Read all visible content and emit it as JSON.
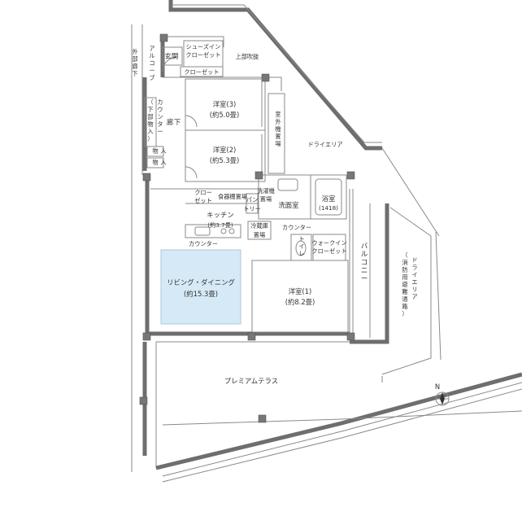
{
  "rooms": {
    "outer_corridor": [
      "外",
      "部",
      "廊",
      "下"
    ],
    "alcove": [
      "ア",
      "ル",
      "コ",
      "ー",
      "ブ"
    ],
    "entrance": "玄関",
    "shoes_in_closet": [
      "シューズイン",
      "クローゼット"
    ],
    "upper_void": "上部吹抜",
    "closet_top": "クローゼット",
    "counter_left": [
      "カ",
      "ウ",
      "ン",
      "タ",
      "ー"
    ],
    "counter_left_sub": [
      "（",
      "下",
      "部",
      "物",
      "入",
      "）"
    ],
    "hallway": [
      "廊",
      "下"
    ],
    "storage": [
      "物",
      "入"
    ],
    "storage_2": [
      "物",
      "入"
    ],
    "western_room_3": [
      "洋室(3)",
      "(約5.0畳)"
    ],
    "western_room_2": [
      "洋室(2)",
      "(約5.3畳)"
    ],
    "outdoor_unit_area": [
      "室",
      "外",
      "機",
      "置",
      "場"
    ],
    "dry_area_top": "ドライエリア",
    "closet_small": [
      "クロー",
      "ゼット"
    ],
    "dish_dryer": "食器棚置場",
    "pantry": [
      "パン",
      "トリー"
    ],
    "washer_area": [
      "洗濯機",
      "置場"
    ],
    "washroom": "洗面室",
    "bathroom": [
      "浴室",
      "(1418)"
    ],
    "kitchen": [
      "キッチン",
      "(約3.7畳)"
    ],
    "fridge_area": [
      "冷蔵庫",
      "置場"
    ],
    "counter_mid": "カウンター",
    "counter_kitchen": "カウンター",
    "toilet": [
      "ト",
      "イ",
      "レ"
    ],
    "walk_in_closet": [
      "ウォークイン",
      "クローゼット"
    ],
    "balcony": [
      "バ",
      "ル",
      "コ",
      "ニ",
      "ー"
    ],
    "living_dining": [
      "リビング・ダイニング",
      "(約15.3畳)"
    ],
    "western_room_1": [
      "洋室(1)",
      "(約8.2畳)"
    ],
    "dry_area_right": [
      "ド",
      "ラ",
      "イ",
      "エ",
      "リ",
      "ア"
    ],
    "evacuation_route": [
      "（",
      "消",
      "防",
      "用",
      "避",
      "難",
      "通",
      "路",
      "）"
    ],
    "premium_terrace": "プレミアムテラス",
    "north": "N"
  },
  "colors": {
    "wall": "#6e6e6e",
    "line": "#8a8a8a",
    "text": "#333333",
    "living_highlight": "#d6e9f6",
    "living_highlight_border": "#a9c9e2",
    "column": "#777777"
  }
}
